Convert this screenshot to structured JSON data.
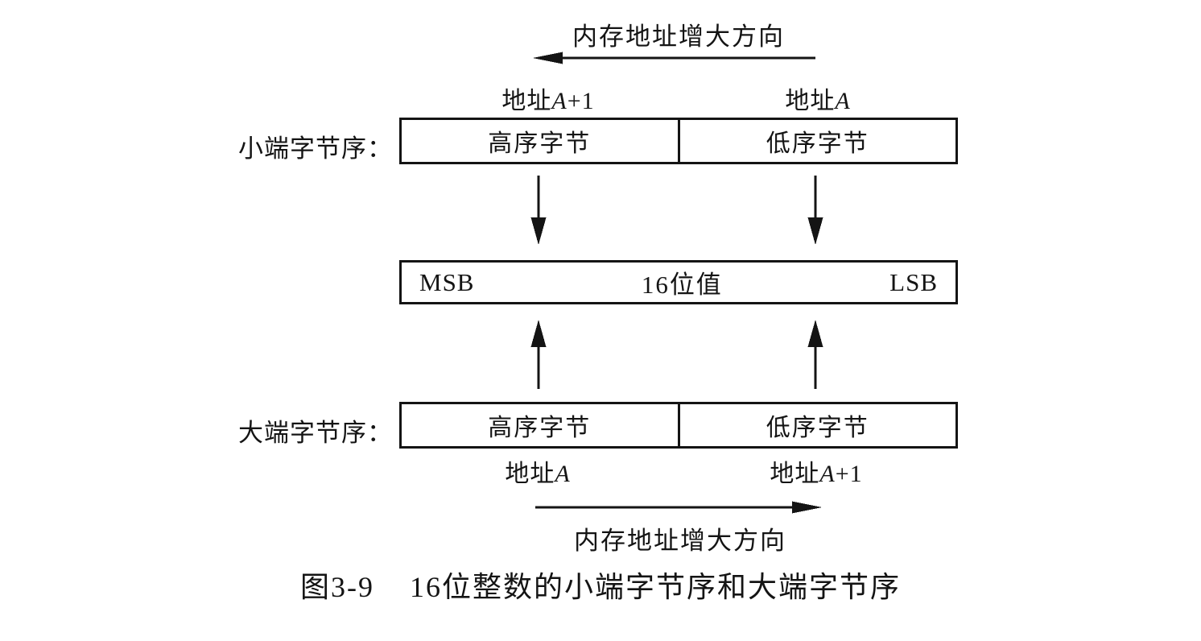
{
  "page": {
    "background_color": "#ffffff",
    "ink_color": "#141414"
  },
  "top_arrow": {
    "label": "内存地址增大方向",
    "direction": "left"
  },
  "little_endian_row": {
    "label": "小端字节序：",
    "addr_high": {
      "prefix": "地址",
      "var": "A",
      "suffix": "+1"
    },
    "addr_low": {
      "prefix": "地址",
      "var": "A",
      "suffix": ""
    },
    "high_byte_cell": "高序字节",
    "low_byte_cell": "低序字节"
  },
  "value_box": {
    "msb": "MSB",
    "label": "16位值",
    "lsb": "LSB"
  },
  "big_endian_row": {
    "label": "大端字节序：",
    "high_byte_cell": "高序字节",
    "low_byte_cell": "低序字节",
    "addr_high": {
      "prefix": "地址",
      "var": "A",
      "suffix": ""
    },
    "addr_low": {
      "prefix": "地址",
      "var": "A",
      "suffix": "+1"
    }
  },
  "bottom_arrow": {
    "label": "内存地址增大方向",
    "direction": "right"
  },
  "caption": {
    "number": "图3-9",
    "title": "16位整数的小端字节序和大端字节序"
  }
}
